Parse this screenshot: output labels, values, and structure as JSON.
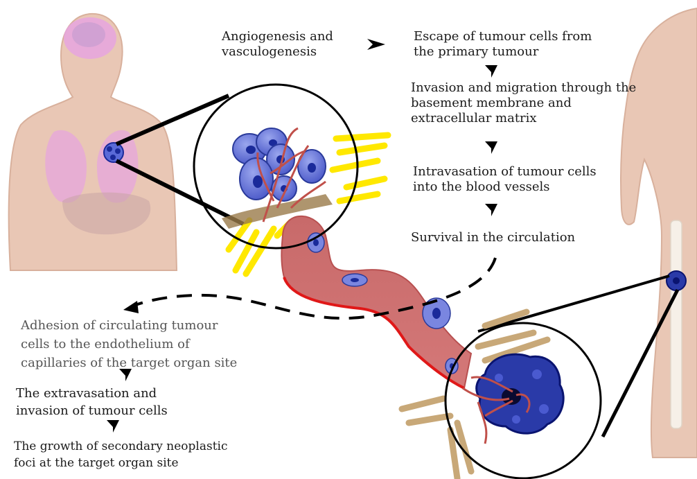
{
  "steps": {
    "angiogenesis": [
      "Angiogenesis and",
      "vasculogenesis"
    ],
    "escape": [
      "Escape of tumour cells from",
      "the primary tumour"
    ],
    "invasion": [
      "Invasion and migration through the",
      "basement membrane and",
      "extracellular matrix"
    ],
    "intravasation": [
      "Intravasation of tumour cells",
      "into the blood vessels"
    ],
    "survival": [
      "Survival in the circulation"
    ],
    "adhesion": [
      "Adhesion of circulating tumour",
      "cells to the endothelium of",
      "capillaries of the target organ site"
    ],
    "extravasation": [
      "The extravasation and",
      "invasion of tumour cells"
    ],
    "growth": [
      "The growth of secondary neoplastic",
      "foci at the target organ site"
    ]
  },
  "colors": {
    "skin": "#e8c4b0",
    "organ_pink": "#e8a8e0",
    "tumour_cell": "#6a78d8",
    "tumour_dark": "#1a2a9a",
    "vessel": "#d06a6a",
    "vessel_edge": "#e01818",
    "collagen_yellow": "#ffe800",
    "collagen_tan": "#c8a878",
    "capillary": "#c0504a"
  }
}
